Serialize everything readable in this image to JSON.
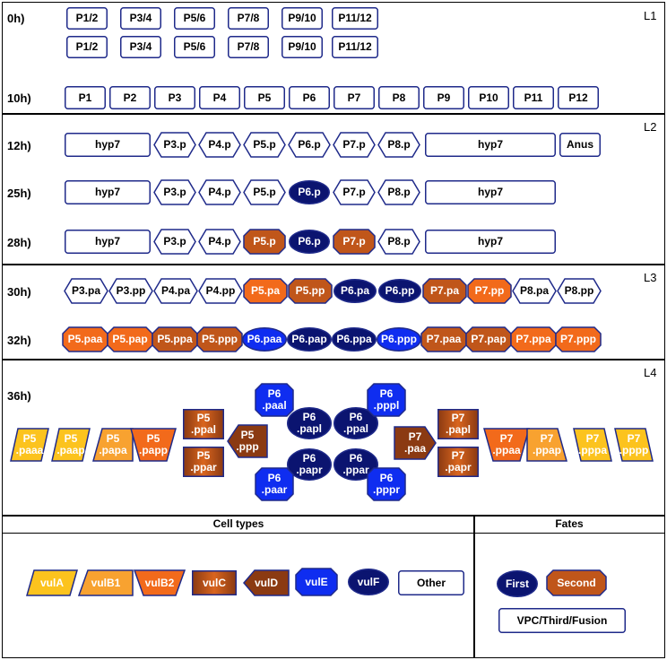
{
  "colors": {
    "outline": "#1f2a8a",
    "vulA": "#fcc31e",
    "vulB1": "#f8a230",
    "vulB2": "#f26a1b",
    "vulC": "#c0561a",
    "vulD": "#8b3a12",
    "vulE": "#0f2df0",
    "vulF": "#0b1470",
    "other": "#ffffff"
  },
  "stage_labels": [
    "L1",
    "L2",
    "L3",
    "L4"
  ],
  "rows": [
    {
      "time": "0h)",
      "cells": [
        {
          "label": "P1/2",
          "shape": "rect",
          "fill": "other"
        },
        {
          "label": "P3/4",
          "shape": "rect",
          "fill": "other"
        },
        {
          "label": "P5/6",
          "shape": "rect",
          "fill": "other"
        },
        {
          "label": "P7/8",
          "shape": "rect",
          "fill": "other"
        },
        {
          "label": "P9/10",
          "shape": "rect",
          "fill": "other"
        },
        {
          "label": "P11/12",
          "shape": "rect",
          "fill": "other"
        }
      ]
    },
    {
      "time": "",
      "cells": [
        {
          "label": "P1/2",
          "shape": "rect",
          "fill": "other"
        },
        {
          "label": "P3/4",
          "shape": "rect",
          "fill": "other"
        },
        {
          "label": "P5/6",
          "shape": "rect",
          "fill": "other"
        },
        {
          "label": "P7/8",
          "shape": "rect",
          "fill": "other"
        },
        {
          "label": "P9/10",
          "shape": "rect",
          "fill": "other"
        },
        {
          "label": "P11/12",
          "shape": "rect",
          "fill": "other"
        }
      ]
    },
    {
      "time": "10h)",
      "cells": [
        {
          "label": "P1",
          "shape": "rect",
          "fill": "other"
        },
        {
          "label": "P2",
          "shape": "rect",
          "fill": "other"
        },
        {
          "label": "P3",
          "shape": "rect",
          "fill": "other"
        },
        {
          "label": "P4",
          "shape": "rect",
          "fill": "other"
        },
        {
          "label": "P5",
          "shape": "rect",
          "fill": "other"
        },
        {
          "label": "P6",
          "shape": "rect",
          "fill": "other"
        },
        {
          "label": "P7",
          "shape": "rect",
          "fill": "other"
        },
        {
          "label": "P8",
          "shape": "rect",
          "fill": "other"
        },
        {
          "label": "P9",
          "shape": "rect",
          "fill": "other"
        },
        {
          "label": "P10",
          "shape": "rect",
          "fill": "other"
        },
        {
          "label": "P11",
          "shape": "rect",
          "fill": "other"
        },
        {
          "label": "P12",
          "shape": "rect",
          "fill": "other"
        }
      ]
    },
    {
      "time": "12h)",
      "cells": [
        {
          "label": "hyp7",
          "shape": "rect",
          "fill": "other"
        },
        {
          "label": "P3.p",
          "shape": "hex",
          "fill": "other"
        },
        {
          "label": "P4.p",
          "shape": "hex",
          "fill": "other"
        },
        {
          "label": "P5.p",
          "shape": "hex",
          "fill": "other"
        },
        {
          "label": "P6.p",
          "shape": "hex",
          "fill": "other"
        },
        {
          "label": "P7.p",
          "shape": "hex",
          "fill": "other"
        },
        {
          "label": "P8.p",
          "shape": "hex",
          "fill": "other"
        },
        {
          "label": "hyp7",
          "shape": "rect",
          "fill": "other"
        },
        {
          "label": "Anus",
          "shape": "rect",
          "fill": "other"
        }
      ]
    },
    {
      "time": "25h)",
      "cells": [
        {
          "label": "hyp7",
          "shape": "rect",
          "fill": "other"
        },
        {
          "label": "P3.p",
          "shape": "hex",
          "fill": "other"
        },
        {
          "label": "P4.p",
          "shape": "hex",
          "fill": "other"
        },
        {
          "label": "P5.p",
          "shape": "hex",
          "fill": "other"
        },
        {
          "label": "P6.p",
          "shape": "ellipse",
          "fill": "vulF"
        },
        {
          "label": "P7.p",
          "shape": "hex",
          "fill": "other"
        },
        {
          "label": "P8.p",
          "shape": "hex",
          "fill": "other"
        },
        {
          "label": "hyp7",
          "shape": "rect",
          "fill": "other"
        }
      ]
    },
    {
      "time": "28h)",
      "cells": [
        {
          "label": "hyp7",
          "shape": "rect",
          "fill": "other"
        },
        {
          "label": "P3.p",
          "shape": "hex",
          "fill": "other"
        },
        {
          "label": "P4.p",
          "shape": "hex",
          "fill": "other"
        },
        {
          "label": "P5.p",
          "shape": "oct",
          "fill": "vulC"
        },
        {
          "label": "P6.p",
          "shape": "ellipse",
          "fill": "vulF"
        },
        {
          "label": "P7.p",
          "shape": "oct",
          "fill": "vulC"
        },
        {
          "label": "P8.p",
          "shape": "hex",
          "fill": "other"
        },
        {
          "label": "hyp7",
          "shape": "rect",
          "fill": "other"
        }
      ]
    },
    {
      "time": "30h)",
      "cells": [
        {
          "label": "P3.pa",
          "shape": "hex",
          "fill": "other"
        },
        {
          "label": "P3.pp",
          "shape": "hex",
          "fill": "other"
        },
        {
          "label": "P4.pa",
          "shape": "hex",
          "fill": "other"
        },
        {
          "label": "P4.pp",
          "shape": "hex",
          "fill": "other"
        },
        {
          "label": "P5.pa",
          "shape": "oct",
          "fill": "vulB2"
        },
        {
          "label": "P5.pp",
          "shape": "oct",
          "fill": "vulC"
        },
        {
          "label": "P6.pa",
          "shape": "ellipse",
          "fill": "vulF"
        },
        {
          "label": "P6.pp",
          "shape": "ellipse",
          "fill": "vulF"
        },
        {
          "label": "P7.pa",
          "shape": "oct",
          "fill": "vulC"
        },
        {
          "label": "P7.pp",
          "shape": "oct",
          "fill": "vulB2"
        },
        {
          "label": "P8.pa",
          "shape": "hex",
          "fill": "other"
        },
        {
          "label": "P8.pp",
          "shape": "hex",
          "fill": "other"
        }
      ]
    },
    {
      "time": "32h)",
      "cells": [
        {
          "label": "P5.paa",
          "shape": "oct",
          "fill": "vulB2"
        },
        {
          "label": "P5.pap",
          "shape": "oct",
          "fill": "vulB2"
        },
        {
          "label": "P5.ppa",
          "shape": "oct",
          "fill": "vulC"
        },
        {
          "label": "P5.ppp",
          "shape": "oct",
          "fill": "vulC"
        },
        {
          "label": "P6.paa",
          "shape": "ellipse",
          "fill": "vulE"
        },
        {
          "label": "P6.pap",
          "shape": "ellipse",
          "fill": "vulF"
        },
        {
          "label": "P6.ppa",
          "shape": "ellipse",
          "fill": "vulF"
        },
        {
          "label": "P6.ppp",
          "shape": "ellipse",
          "fill": "vulE"
        },
        {
          "label": "P7.paa",
          "shape": "oct",
          "fill": "vulC"
        },
        {
          "label": "P7.pap",
          "shape": "oct",
          "fill": "vulC"
        },
        {
          "label": "P7.ppa",
          "shape": "oct",
          "fill": "vulB2"
        },
        {
          "label": "P7.ppp",
          "shape": "oct",
          "fill": "vulB2"
        }
      ]
    }
  ],
  "l4": {
    "time": "36h)",
    "cells": [
      {
        "label": "P5\n.paaa",
        "shape": "parallelogram",
        "fill": "vulA"
      },
      {
        "label": "P5\n.paap",
        "shape": "parallelogram",
        "fill": "vulA"
      },
      {
        "label": "P5\n.papa",
        "shape": "trap-left",
        "fill": "vulB1"
      },
      {
        "label": "P5\n.papp",
        "shape": "trap-down",
        "fill": "vulB2"
      },
      {
        "label": "P5\n.ppal",
        "shape": "rect-grad",
        "fill": "vulC"
      },
      {
        "label": "P5\n.ppar",
        "shape": "rect-grad",
        "fill": "vulC"
      },
      {
        "label": "P5\n.ppp",
        "shape": "pent-left",
        "fill": "vulD"
      },
      {
        "label": "P6\n.paal",
        "shape": "oct",
        "fill": "vulE"
      },
      {
        "label": "P6\n.papl",
        "shape": "ellipse",
        "fill": "vulF"
      },
      {
        "label": "P6\n.papr",
        "shape": "ellipse",
        "fill": "vulF"
      },
      {
        "label": "P6\n.paar",
        "shape": "oct",
        "fill": "vulE"
      },
      {
        "label": "P6\n.ppal",
        "shape": "ellipse",
        "fill": "vulF"
      },
      {
        "label": "P6\n.ppar",
        "shape": "ellipse",
        "fill": "vulF"
      },
      {
        "label": "P6\n.pppl",
        "shape": "oct",
        "fill": "vulE"
      },
      {
        "label": "P6\n.pppr",
        "shape": "oct",
        "fill": "vulE"
      },
      {
        "label": "P7\n.paa",
        "shape": "pent-right",
        "fill": "vulD"
      },
      {
        "label": "P7\n.papl",
        "shape": "rect-grad",
        "fill": "vulC"
      },
      {
        "label": "P7\n.papr",
        "shape": "rect-grad",
        "fill": "vulC"
      },
      {
        "label": "P7\n.ppaa",
        "shape": "trap-down",
        "fill": "vulB2"
      },
      {
        "label": "P7\n.ppap",
        "shape": "trap-right",
        "fill": "vulB1"
      },
      {
        "label": "P7\n.pppa",
        "shape": "parallelogram-r",
        "fill": "vulA"
      },
      {
        "label": "P7\n.pppp",
        "shape": "parallelogram-r",
        "fill": "vulA"
      }
    ]
  },
  "cell_types": {
    "title": "Cell types",
    "items": [
      {
        "label": "vulA",
        "shape": "parallelogram",
        "fill": "vulA"
      },
      {
        "label": "vulB1",
        "shape": "trap-left",
        "fill": "vulB1"
      },
      {
        "label": "vulB2",
        "shape": "trap-down",
        "fill": "vulB2"
      },
      {
        "label": "vulC",
        "shape": "rect-grad",
        "fill": "vulC"
      },
      {
        "label": "vulD",
        "shape": "pent-left",
        "fill": "vulD"
      },
      {
        "label": "vulE",
        "shape": "oct",
        "fill": "vulE"
      },
      {
        "label": "vulF",
        "shape": "ellipse",
        "fill": "vulF"
      },
      {
        "label": "Other",
        "shape": "rect",
        "fill": "other"
      }
    ]
  },
  "fates": {
    "title": "Fates",
    "items": [
      {
        "label": "First",
        "shape": "ellipse",
        "fill": "vulF"
      },
      {
        "label": "Second",
        "shape": "oct",
        "fill": "vulC"
      },
      {
        "label": "VPC/Third/Fusion",
        "shape": "rect",
        "fill": "other"
      }
    ]
  }
}
